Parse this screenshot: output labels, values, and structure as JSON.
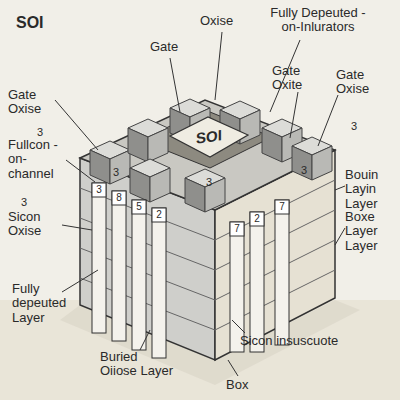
{
  "diagram": {
    "title": "SOI",
    "nodes": [
      {
        "text": [
          "SOI"
        ]
      }
    ],
    "labels": [
      "Gate",
      "Oxise",
      "Fully Depeuted -on-Inlurators",
      "Gate Oxise",
      "Gate Oxite",
      "Gate Oxise",
      "3",
      "3",
      "Fullcon -on- channel",
      "3",
      "Sicon Oxise",
      "Bouin Layin Layer",
      "Boxe Layer Layer",
      "Fully depeuted Layer",
      "Buried Oiiose Layer",
      "Sicon insuscuote",
      "Box",
      "3",
      "3",
      "3",
      "3",
      "8",
      "5",
      "2",
      "7",
      "2",
      "7"
    ]
  }
}
